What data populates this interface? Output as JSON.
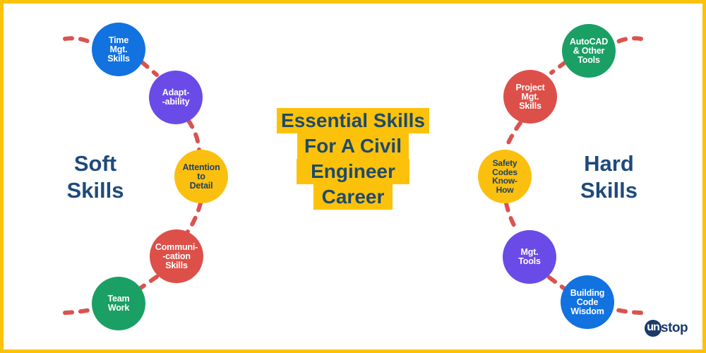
{
  "title": {
    "lines": [
      "Essential Skills",
      "For A Civil",
      "Engineer",
      "Career"
    ]
  },
  "soft_skills": {
    "heading": "Soft\nSkills",
    "nodes": [
      {
        "label": "Time\nMgt.\nSkills",
        "color": "#1272e0"
      },
      {
        "label": "Adapt-\n-ability",
        "color": "#6a4be8"
      },
      {
        "label": "Attention\nto\nDetail",
        "color": "#fbc00f"
      },
      {
        "label": "Communi-\n-cation\nSkills",
        "color": "#dc5049"
      },
      {
        "label": "Team\nWork",
        "color": "#1aa065"
      }
    ]
  },
  "hard_skills": {
    "heading": "Hard\nSkills",
    "nodes": [
      {
        "label": "AutoCAD\n& Other\nTools",
        "color": "#1aa065"
      },
      {
        "label": "Project\nMgt.\nSkills",
        "color": "#dc5049"
      },
      {
        "label": "Safety\nCodes\nKnow-\nHow",
        "color": "#fbc00f"
      },
      {
        "label": "Mgt.\nTools",
        "color": "#6a4be8"
      },
      {
        "label": "Building\nCode\nWisdom",
        "color": "#1272e0"
      }
    ]
  },
  "logo": {
    "mark": "un",
    "text": "stop"
  },
  "colors": {
    "border": "#fcc20b",
    "dash": "#d9534f",
    "heading": "#1f4a7c"
  }
}
